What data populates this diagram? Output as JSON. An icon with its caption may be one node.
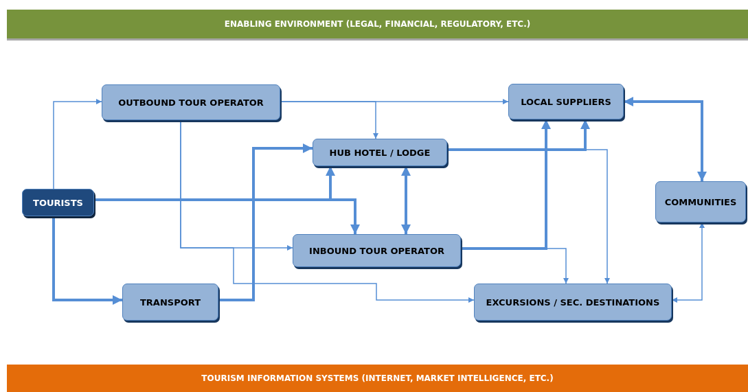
{
  "diagram": {
    "nodes": [
      {
        "text": [
          "ENABLING ENVIRONMENT (LEGAL, FINANCIAL, REGULATORY, ETC.)"
        ]
      },
      {
        "text": [
          "OUTBOUND TOUR OPERATOR"
        ]
      },
      {
        "text": [
          "LOCAL SUPPLIERS"
        ]
      },
      {
        "text": [
          "HUB HOTEL / LODGE"
        ]
      },
      {
        "text": [
          "TOURISTS"
        ]
      },
      {
        "text": [
          "COMMUNITIES"
        ]
      },
      {
        "text": [
          "INBOUND TOUR OPERATOR"
        ]
      },
      {
        "text": [
          "TRANSPORT"
        ]
      },
      {
        "text": [
          "EXCURSIONS / SEC. DESTINATIONS"
        ]
      },
      {
        "text": [
          "TOURISM INFORMATION SYSTEMS (INTERNET, MARKET INTELLIGENCE, ETC.)"
        ]
      }
    ],
    "edges": [
      {
        "from": 4,
        "to": 1,
        "arrow": "to"
      },
      {
        "from": 4,
        "to": 3,
        "arrow": "to",
        "style": "thick"
      },
      {
        "from": 4,
        "to": 6,
        "arrow": "to",
        "style": "thick"
      },
      {
        "from": 4,
        "to": 7,
        "arrow": "to",
        "style": "thick"
      },
      {
        "from": 1,
        "to": 2,
        "arrow": "to"
      },
      {
        "from": 1,
        "to": 3,
        "arrow": "to"
      },
      {
        "from": 1,
        "to": 6,
        "arrow": "to"
      },
      {
        "from": 1,
        "to": 8,
        "arrow": "to"
      },
      {
        "from": 7,
        "to": 3,
        "arrow": "to",
        "style": "thick"
      },
      {
        "from": 3,
        "to": 6,
        "arrow": "both",
        "style": "thick"
      },
      {
        "from": 3,
        "to": 2,
        "arrow": "to",
        "style": "thick"
      },
      {
        "from": 3,
        "to": 8,
        "arrow": "to"
      },
      {
        "from": 6,
        "to": 2,
        "arrow": "to",
        "style": "thick"
      },
      {
        "from": 6,
        "to": 8,
        "arrow": "to"
      },
      {
        "from": 2,
        "to": 5,
        "arrow": "both",
        "style": "thick"
      },
      {
        "from": 5,
        "to": 8,
        "arrow": "both"
      }
    ]
  }
}
